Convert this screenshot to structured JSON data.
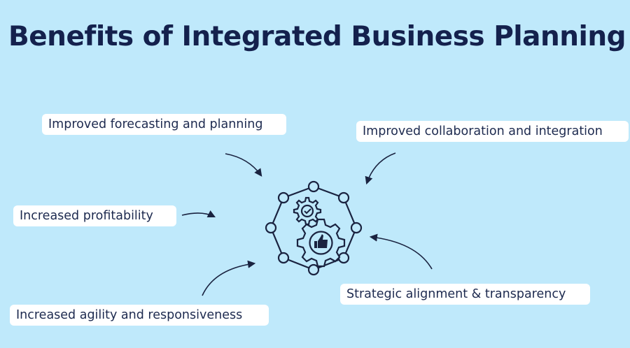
{
  "diagram": {
    "title": "Benefits of Integrated Business Planning",
    "benefits": [
      {
        "id": "forecast",
        "label": "Improved forecasting and planning"
      },
      {
        "id": "collab",
        "label": "Improved collaboration and integration"
      },
      {
        "id": "profit",
        "label": "Increased profitability"
      },
      {
        "id": "strategic",
        "label": "Strategic alignment & transparency"
      },
      {
        "id": "agility",
        "label": "Increased agility and responsiveness"
      }
    ],
    "center_icon": "gears-network-icon",
    "colors": {
      "background": "#bfe9fb",
      "text": "#14214d",
      "pill": "#ffffff",
      "lines": "#1a2340"
    }
  }
}
